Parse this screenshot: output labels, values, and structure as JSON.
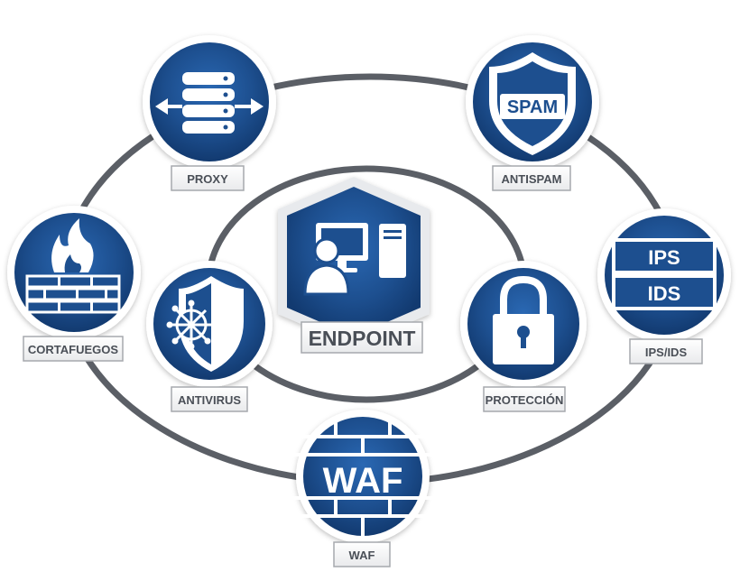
{
  "diagram": {
    "center": {
      "label": "ENDPOINT",
      "icon": "computer-user-icon"
    },
    "nodes": {
      "proxy": {
        "label": "PROXY",
        "icon": "server-rack-icon"
      },
      "antispam": {
        "label": "ANTISPAM",
        "icon": "spam-shield-icon",
        "icon_text": "SPAM"
      },
      "cortafuegos": {
        "label": "CORTAFUEGOS",
        "icon": "firewall-icon"
      },
      "ipsids": {
        "label": "IPS/IDS",
        "icon": "ips-ids-icon",
        "icon_text_top": "IPS",
        "icon_text_bottom": "IDS"
      },
      "antivirus": {
        "label": "ANTIVIRUS",
        "icon": "antivirus-shield-icon"
      },
      "proteccion": {
        "label": "PROTECCIÓN",
        "icon": "padlock-icon"
      },
      "waf": {
        "label": "WAF",
        "icon": "waf-wall-icon",
        "icon_text": "WAF"
      }
    }
  },
  "colors": {
    "primary_blue": "#1d4f8f",
    "dark_blue": "#123a70",
    "ring_gray": "#5b5f66",
    "label_border": "#a6a9ad"
  }
}
